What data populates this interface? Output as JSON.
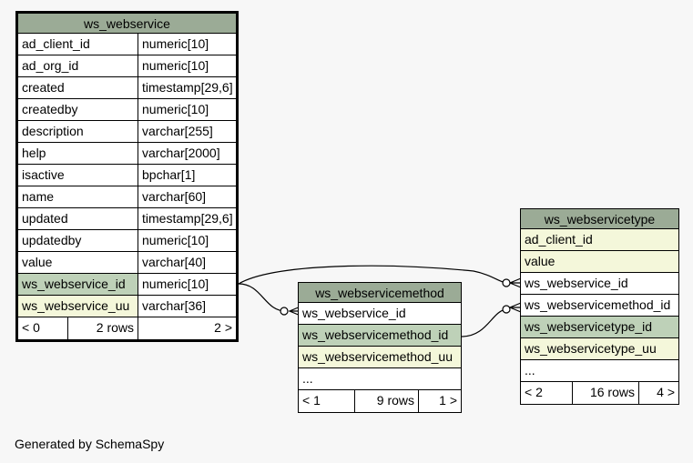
{
  "tables": {
    "ws_webservice": {
      "title": "ws_webservice",
      "columns": [
        {
          "name": "ad_client_id",
          "type": "numeric[10]",
          "kind": "plain"
        },
        {
          "name": "ad_org_id",
          "type": "numeric[10]",
          "kind": "plain"
        },
        {
          "name": "created",
          "type": "timestamp[29,6]",
          "kind": "plain"
        },
        {
          "name": "createdby",
          "type": "numeric[10]",
          "kind": "plain"
        },
        {
          "name": "description",
          "type": "varchar[255]",
          "kind": "plain"
        },
        {
          "name": "help",
          "type": "varchar[2000]",
          "kind": "plain"
        },
        {
          "name": "isactive",
          "type": "bpchar[1]",
          "kind": "plain"
        },
        {
          "name": "name",
          "type": "varchar[60]",
          "kind": "plain"
        },
        {
          "name": "updated",
          "type": "timestamp[29,6]",
          "kind": "plain"
        },
        {
          "name": "updatedby",
          "type": "numeric[10]",
          "kind": "plain"
        },
        {
          "name": "value",
          "type": "varchar[40]",
          "kind": "plain"
        },
        {
          "name": "ws_webservice_id",
          "type": "numeric[10]",
          "kind": "pk"
        },
        {
          "name": "ws_webservice_uu",
          "type": "varchar[36]",
          "kind": "uu"
        }
      ],
      "footer": {
        "parents": "< 0",
        "rows": "2 rows",
        "children": "2 >"
      }
    },
    "ws_webservicemethod": {
      "title": "ws_webservicemethod",
      "columns": [
        {
          "name": "ws_webservice_id",
          "kind": "plain"
        },
        {
          "name": "ws_webservicemethod_id",
          "kind": "pk"
        },
        {
          "name": "ws_webservicemethod_uu",
          "kind": "uu"
        },
        {
          "name": "...",
          "kind": "plain"
        }
      ],
      "footer": {
        "parents": "< 1",
        "rows": "9 rows",
        "children": "1 >"
      }
    },
    "ws_webservicetype": {
      "title": "ws_webservicetype",
      "columns": [
        {
          "name": "ad_client_id",
          "kind": "uu"
        },
        {
          "name": "value",
          "kind": "uu"
        },
        {
          "name": "ws_webservice_id",
          "kind": "plain"
        },
        {
          "name": "ws_webservicemethod_id",
          "kind": "plain"
        },
        {
          "name": "ws_webservicetype_id",
          "kind": "pk"
        },
        {
          "name": "ws_webservicetype_uu",
          "kind": "uu"
        },
        {
          "name": "...",
          "kind": "plain"
        }
      ],
      "footer": {
        "parents": "< 2",
        "rows": "16 rows",
        "children": "4 >"
      }
    }
  },
  "colors": {
    "header": "#9bab96",
    "pk": "#bed1b8",
    "uu": "#f4f7da",
    "background": "#f7f7f7"
  },
  "credit": "Generated by SchemaSpy"
}
